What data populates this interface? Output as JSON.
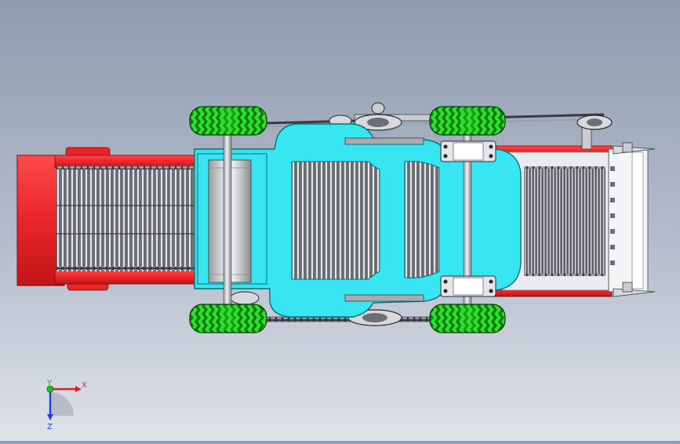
{
  "viewport": {
    "name": "cad-3d-viewport",
    "colors": {
      "background_top": "#8f9cb0",
      "background_bottom": "#dfe3ea",
      "conveyor_red": "#e8262a",
      "frame_cyan": "#38e6f2",
      "tire_green": "#19d219",
      "steel_gray": "#b5b8bd",
      "chain_dark": "#2a2a2e"
    }
  },
  "triad": {
    "x_label": "X",
    "y_label": "Y",
    "z_label": "Z",
    "colors": {
      "x": "#e02020",
      "y": "#20c020",
      "z": "#2040e0"
    }
  },
  "model": {
    "part_icons": [
      "wheel-icon",
      "conveyor-chain-icon",
      "pulley-icon",
      "bearing-block-icon",
      "digging-tooth-icon"
    ]
  }
}
